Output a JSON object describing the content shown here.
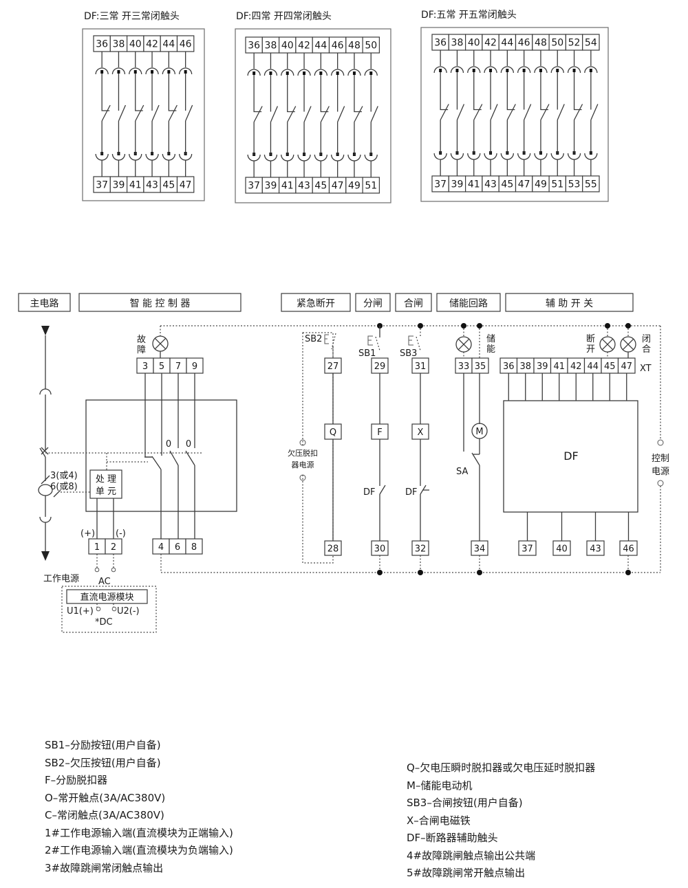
{
  "df_panels": [
    {
      "title": "DF:三常 开三常闭触头",
      "top": [
        "36",
        "38",
        "40",
        "42",
        "44",
        "46"
      ],
      "bottom": [
        "37",
        "39",
        "41",
        "43",
        "45",
        "47"
      ]
    },
    {
      "title": "DF:四常 开四常闭触头",
      "top": [
        "36",
        "38",
        "40",
        "42",
        "44",
        "46",
        "48",
        "50"
      ],
      "bottom": [
        "37",
        "39",
        "41",
        "43",
        "45",
        "47",
        "49",
        "51"
      ]
    },
    {
      "title": "DF:五常 开五常闭触头",
      "top": [
        "36",
        "38",
        "40",
        "42",
        "44",
        "46",
        "48",
        "50",
        "52",
        "54"
      ],
      "bottom": [
        "37",
        "39",
        "41",
        "43",
        "45",
        "47",
        "49",
        "51",
        "53",
        "55"
      ]
    }
  ],
  "section_headers": {
    "main_circuit": "主电路",
    "smart_controller": "智 能 控 制 器",
    "emergency_off": "紧急断开",
    "shunt_trip": "分闸",
    "closing": "合闸",
    "charging_circuit": "储能回路",
    "aux_switch": "辅 助 开 关"
  },
  "controller": {
    "fault_lamp_label": [
      "故",
      "障"
    ],
    "top_terminals": [
      "3",
      "5",
      "7",
      "9"
    ],
    "contact_labels": [
      "0",
      "0"
    ],
    "processing_unit": [
      "处 理",
      "单 元"
    ],
    "ct_labels": [
      "3(或4)",
      "6(或8)"
    ],
    "power_terminals": [
      "1",
      "2"
    ],
    "polarity": [
      "(+)",
      "(-)"
    ],
    "output_terminals": [
      "4",
      "6",
      "8"
    ],
    "work_power": "工作电源",
    "ac": "AC",
    "dc_module": {
      "title": "直流电源模块",
      "u1": "U1(+)",
      "u2": "U2(-)",
      "dc": "*DC"
    }
  },
  "circuits": {
    "sb2": "SB2",
    "sb1": "SB1",
    "sb3": "SB3",
    "terminals_top": [
      "27",
      "29",
      "31",
      "33",
      "35"
    ],
    "coils": [
      "Q",
      "F",
      "X"
    ],
    "motor": "M",
    "sa": "SA",
    "df_contacts": [
      "DF",
      "DF"
    ],
    "charge_label": [
      "储",
      "能"
    ],
    "uv_power": [
      "欠压脱扣",
      "器电源"
    ],
    "terminals_bottom": [
      "28",
      "30",
      "32",
      "34"
    ]
  },
  "aux": {
    "open_label": [
      "断",
      "开"
    ],
    "closed_label": [
      "闭",
      "合"
    ],
    "xt_terminals": [
      "36",
      "38",
      "39",
      "41",
      "42",
      "44",
      "45",
      "47"
    ],
    "xt": "XT",
    "df_block": "DF",
    "bottom_terminals": [
      "37",
      "40",
      "43",
      "46"
    ],
    "control_power": [
      "控制",
      "电源"
    ]
  },
  "legend_left": [
    "SB1–分励按钮(用户自备)",
    "SB2–欠压按钮(用户自备)",
    "F–分励脱扣器",
    "O–常开触点(3A/AC380V)",
    "C–常闭触点(3A/AC380V)",
    "1#工作电源输入端(直流模块为正端输入)",
    "2#工作电源输入端(直流模块为负端输入)",
    "3#故障跳闸常闭触点输出"
  ],
  "legend_right": [
    "Q–欠电压瞬时脱扣器或欠电压延时脱扣器",
    "M–储能电动机",
    "SB3–合闸按钮(用户自备)",
    "X–合闸电磁铁",
    "DF–断路器辅助触头",
    "4#故障跳闸触点输出公共端",
    "5#故障跳闸常开触点输出"
  ]
}
